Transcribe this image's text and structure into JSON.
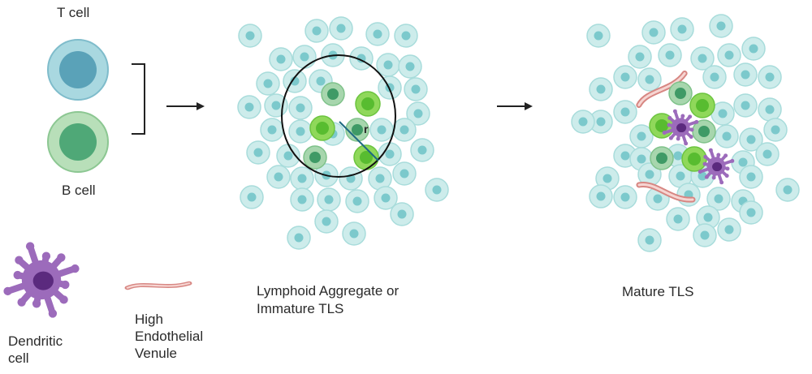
{
  "legend": {
    "t_cell_label": "T cell",
    "b_cell_label": "B cell",
    "dendritic_label_line1": "Dendritic",
    "dendritic_label_line2": "cell",
    "hev_label_line1": "High",
    "hev_label_line2": "Endothelial",
    "hev_label_line3": "Venule"
  },
  "stages": {
    "immature_line1": "Lymphoid Aggregate or",
    "immature_line2": "Immature TLS",
    "radius_label": "r",
    "mature_label": "Mature TLS"
  },
  "colors": {
    "t_cell_outer": "#a9d8e0",
    "t_cell_inner": "#5aa2b8",
    "b_cell_outer": "#b8dfb9",
    "b_cell_inner": "#4fa877",
    "bg_cell_outer": "#cdeceb",
    "bg_cell_inner": "#7cc9cc",
    "green_cell_outer": "#8fd85a",
    "green_cell_inner": "#58bc30",
    "dark_cell_outer": "#a7d6ad",
    "dark_cell_inner": "#3f9a66",
    "dendritic": "#9c6bbb",
    "dendritic_nucleus": "#5b2a7e",
    "hev": "#e6a7a4"
  }
}
